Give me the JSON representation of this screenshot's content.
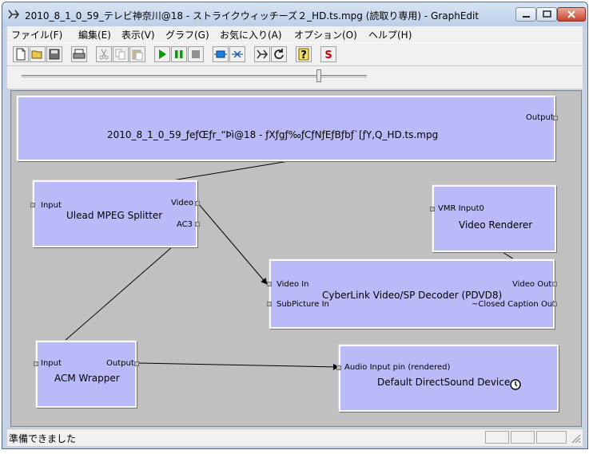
{
  "window": {
    "title": "2010_8_1_0_59_テレビ神奈川@18 - ストライクウィッチーズ２_HD.ts.mpg (読取り専用) - GraphEdit"
  },
  "menu": [
    {
      "label": "ファイル(F)"
    },
    {
      "label": "編集(E)"
    },
    {
      "label": "表示(V)"
    },
    {
      "label": "グラフ(G)"
    },
    {
      "label": "お気に入り(A)"
    },
    {
      "label": "オプション(O)"
    },
    {
      "label": "ヘルプ(H)"
    }
  ],
  "toolbar": {
    "icons": [
      "new-file-icon",
      "open-folder-icon",
      "save-icon",
      "print-icon",
      "cut-icon",
      "copy-icon",
      "paste-icon",
      "play-icon",
      "pause-icon",
      "stop-icon",
      "seek-icon",
      "frame-step-icon",
      "graph-edit-icon",
      "refresh-icon",
      "help-icon",
      "s-icon"
    ],
    "s_label": "S",
    "help_label": "?"
  },
  "seek": {
    "position": 0.86
  },
  "filters": {
    "source": {
      "name": "2010_8_1_0_59_ƒeƒŒƒr_“Þì@18 - ƒXƒgƒ‰ƒCƒNƒEƒBƒbƒ`[ƒY,Q_HD.ts.mpg",
      "pins": {
        "output": "Output"
      }
    },
    "splitter": {
      "name": "Ulead MPEG Splitter",
      "pins": {
        "input": "Input",
        "video": "Video",
        "ac3": "AC3"
      }
    },
    "renderer": {
      "name": "Video Renderer",
      "pins": {
        "input": "VMR Input0"
      }
    },
    "decoder": {
      "name": "CyberLink Video/SP Decoder (PDVD8)",
      "pins": {
        "video_in": "Video In",
        "subpicture_in": "SubPicture In",
        "video_out": "Video Out",
        "cc_out": "~Closed Caption Out"
      }
    },
    "acm": {
      "name": "ACM Wrapper",
      "pins": {
        "input": "Input",
        "output": "Output"
      }
    },
    "dsound": {
      "name": "Default DirectSound Device",
      "pins": {
        "input": "Audio Input pin (rendered)"
      }
    }
  },
  "status": {
    "text": "準備できました"
  },
  "colors": {
    "filter_fill": "#babaf8",
    "canvas": "#c0c0c0",
    "play": "#00a000",
    "pause": "#00a000",
    "s_icon": "#d00000"
  }
}
